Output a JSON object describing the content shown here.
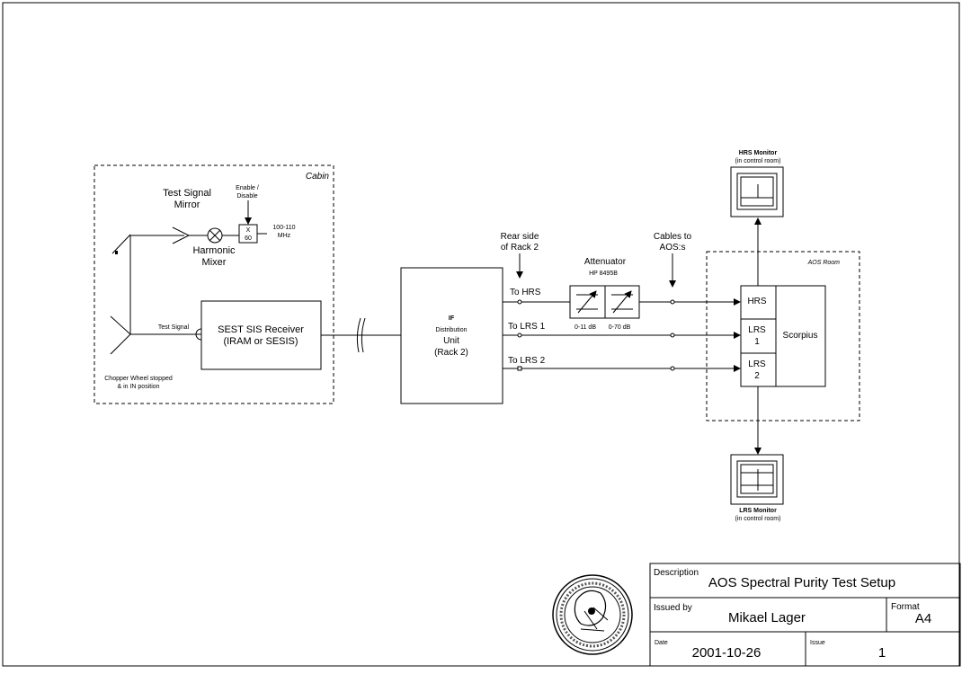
{
  "cabin": {
    "label": "Cabin",
    "test_signal_mirror": [
      "Test Signal",
      "Mirror"
    ],
    "enable_disable": [
      "Enable /",
      "Disable"
    ],
    "multiplier": [
      "X",
      "60"
    ],
    "frequency": [
      "100-110",
      "MHz"
    ],
    "harmonic_mixer": [
      "Harmonic",
      "Mixer"
    ],
    "test_signal": "Test Signal",
    "receiver": [
      "SEST SIS Receiver",
      "(IRAM or SESIS)"
    ],
    "chopper_wheel": [
      "Chopper Wheel stopped",
      "& in IN position"
    ]
  },
  "if_unit": [
    "IF",
    "Distribution",
    "Unit",
    "(Rack 2)"
  ],
  "rear_side": [
    "Rear side",
    "of Rack 2"
  ],
  "outputs": {
    "hrs": "To HRS",
    "lrs1": "To LRS 1",
    "lrs2": "To LRS 2"
  },
  "attenuator": {
    "name": [
      "Attenuator",
      "HP 8495B"
    ],
    "ranges": [
      "0-11 dB",
      "0-70 dB"
    ]
  },
  "cables_to": [
    "Cables to",
    "AOS:s"
  ],
  "aos_room": {
    "label": "AOS Room",
    "hrs": "HRS",
    "lrs1": [
      "LRS",
      "1"
    ],
    "lrs2": [
      "LRS",
      "2"
    ],
    "scorpius": "Scorpius"
  },
  "hrs_monitor": [
    "HRS Monitor",
    "(in control room)"
  ],
  "lrs_monitor": [
    "LRS Monitor",
    "(in control room)"
  ],
  "title_block": {
    "description_label": "Description",
    "description": "AOS Spectral Purity Test Setup",
    "issued_by_label": "Issued by",
    "issued_by": "Mikael Lager",
    "format_label": "Format",
    "format": "A4",
    "date_label": "Date",
    "date": "2001-10-26",
    "issue_label": "Issue",
    "issue": "1"
  }
}
